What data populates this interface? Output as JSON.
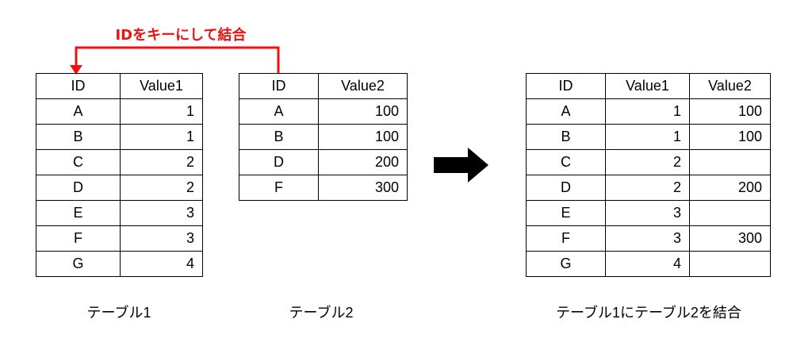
{
  "key_label": "IDをキーにして結合",
  "table1": {
    "caption": "テーブル1",
    "headers": [
      "ID",
      "Value1"
    ],
    "rows": [
      [
        "A",
        "1"
      ],
      [
        "B",
        "1"
      ],
      [
        "C",
        "2"
      ],
      [
        "D",
        "2"
      ],
      [
        "E",
        "3"
      ],
      [
        "F",
        "3"
      ],
      [
        "G",
        "4"
      ]
    ]
  },
  "table2": {
    "caption": "テーブル2",
    "headers": [
      "ID",
      "Value2"
    ],
    "rows": [
      [
        "A",
        "100"
      ],
      [
        "B",
        "100"
      ],
      [
        "D",
        "200"
      ],
      [
        "F",
        "300"
      ]
    ]
  },
  "table3": {
    "caption": "テーブル1にテーブル2を結合",
    "headers": [
      "ID",
      "Value1",
      "Value2"
    ],
    "rows": [
      [
        "A",
        "1",
        "100"
      ],
      [
        "B",
        "1",
        "100"
      ],
      [
        "C",
        "2",
        ""
      ],
      [
        "D",
        "2",
        "200"
      ],
      [
        "E",
        "3",
        ""
      ],
      [
        "F",
        "3",
        "300"
      ],
      [
        "G",
        "4",
        ""
      ]
    ]
  },
  "colors": {
    "accent": "#ee1111",
    "arrow": "#000000",
    "border": "#000000"
  },
  "icons": {
    "join_arrow": "right-arrow-icon",
    "key_arrow": "down-arrow-icon"
  }
}
